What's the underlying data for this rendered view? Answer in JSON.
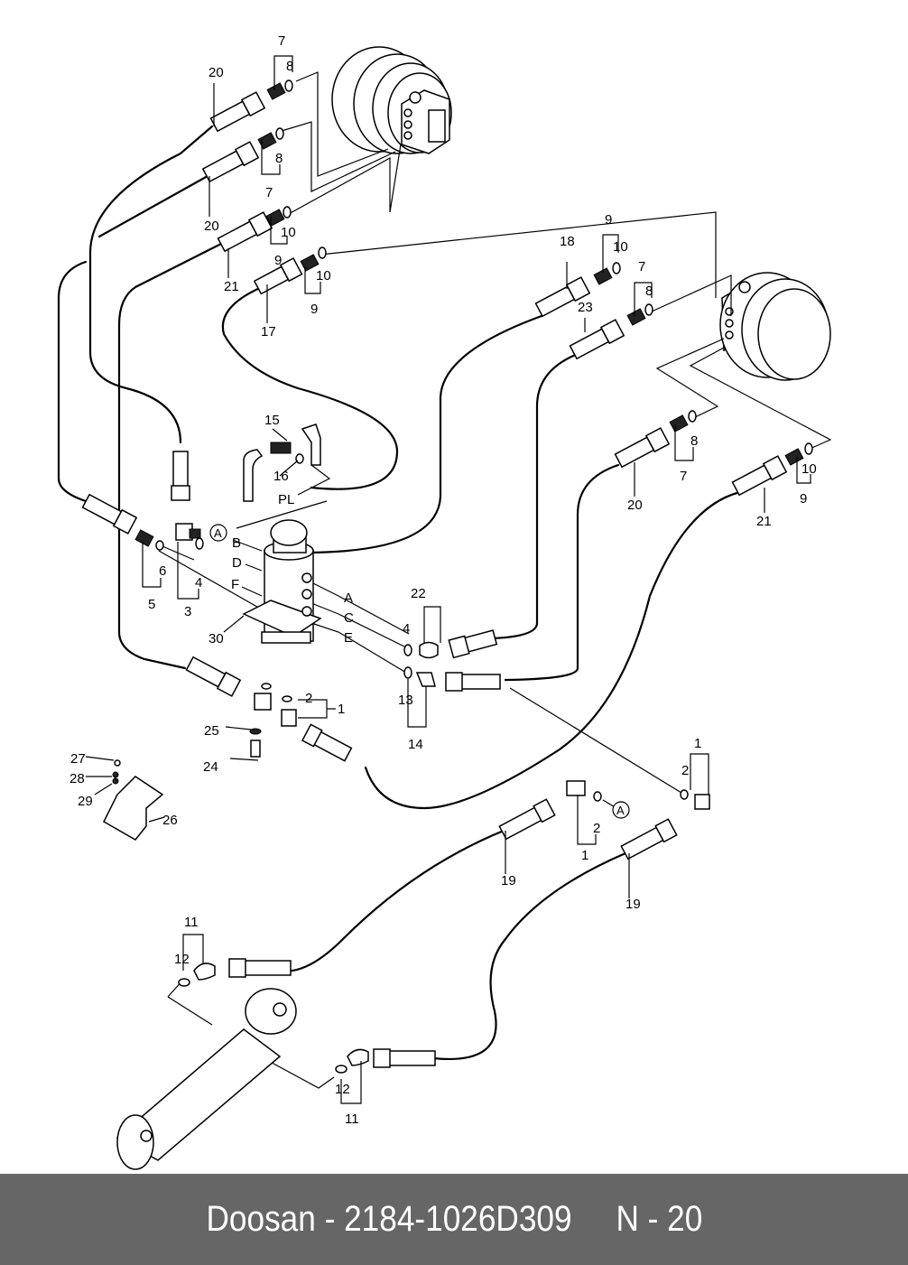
{
  "footer": {
    "brand": "Doosan",
    "part_number": "2184-1026D309",
    "page_ref": "N - 20",
    "text": "Doosan - 2184-1026D309     N - 20"
  },
  "colors": {
    "background": "#ffffff",
    "line": "#000000",
    "footer_bg": "#666666",
    "footer_text": "#ffffff"
  },
  "diagram": {
    "title": "Hydraulic travel hoses / swivel joint exploded view",
    "callouts": [
      {
        "id": "c20a",
        "text": "20"
      },
      {
        "id": "c7a",
        "text": "7"
      },
      {
        "id": "c8a",
        "text": "8"
      },
      {
        "id": "c8b",
        "text": "8"
      },
      {
        "id": "c7b",
        "text": "7"
      },
      {
        "id": "c20b",
        "text": "20"
      },
      {
        "id": "c10a",
        "text": "10"
      },
      {
        "id": "c9a",
        "text": "9"
      },
      {
        "id": "c21a",
        "text": "21"
      },
      {
        "id": "c10b",
        "text": "10"
      },
      {
        "id": "c9b",
        "text": "9"
      },
      {
        "id": "c17",
        "text": "17"
      },
      {
        "id": "c9c",
        "text": "9"
      },
      {
        "id": "c10c",
        "text": "10"
      },
      {
        "id": "c18",
        "text": "18"
      },
      {
        "id": "c7c",
        "text": "7"
      },
      {
        "id": "c8c",
        "text": "8"
      },
      {
        "id": "c23",
        "text": "23"
      },
      {
        "id": "c8d",
        "text": "8"
      },
      {
        "id": "c7d",
        "text": "7"
      },
      {
        "id": "c20c",
        "text": "20"
      },
      {
        "id": "c10d",
        "text": "10"
      },
      {
        "id": "c9d",
        "text": "9"
      },
      {
        "id": "c21b",
        "text": "21"
      },
      {
        "id": "c15",
        "text": "15"
      },
      {
        "id": "c16",
        "text": "16"
      },
      {
        "id": "cPL",
        "text": "PL"
      },
      {
        "id": "cB",
        "text": "B"
      },
      {
        "id": "cD",
        "text": "D"
      },
      {
        "id": "cF",
        "text": "F"
      },
      {
        "id": "cA",
        "text": "A"
      },
      {
        "id": "cC",
        "text": "C"
      },
      {
        "id": "cE",
        "text": "E"
      },
      {
        "id": "c6",
        "text": "6"
      },
      {
        "id": "c5",
        "text": "5"
      },
      {
        "id": "c4a",
        "text": "4"
      },
      {
        "id": "c3",
        "text": "3"
      },
      {
        "id": "c30",
        "text": "30"
      },
      {
        "id": "c22",
        "text": "22"
      },
      {
        "id": "c4b",
        "text": "4"
      },
      {
        "id": "c13",
        "text": "13"
      },
      {
        "id": "c14",
        "text": "14"
      },
      {
        "id": "c2a",
        "text": "2"
      },
      {
        "id": "c1a",
        "text": "1"
      },
      {
        "id": "c25",
        "text": "25"
      },
      {
        "id": "c24",
        "text": "24"
      },
      {
        "id": "c27",
        "text": "27"
      },
      {
        "id": "c28",
        "text": "28"
      },
      {
        "id": "c29",
        "text": "29"
      },
      {
        "id": "c26",
        "text": "26"
      },
      {
        "id": "c1b",
        "text": "1"
      },
      {
        "id": "c2b",
        "text": "2"
      },
      {
        "id": "c2c",
        "text": "2"
      },
      {
        "id": "c1c",
        "text": "1"
      },
      {
        "id": "c19a",
        "text": "19"
      },
      {
        "id": "c19b",
        "text": "19"
      },
      {
        "id": "c11a",
        "text": "11"
      },
      {
        "id": "c12a",
        "text": "12"
      },
      {
        "id": "c12b",
        "text": "12"
      },
      {
        "id": "c11b",
        "text": "11"
      }
    ],
    "reference_markers": [
      {
        "id": "refA1",
        "text": "A"
      },
      {
        "id": "refA2",
        "text": "A"
      }
    ]
  }
}
